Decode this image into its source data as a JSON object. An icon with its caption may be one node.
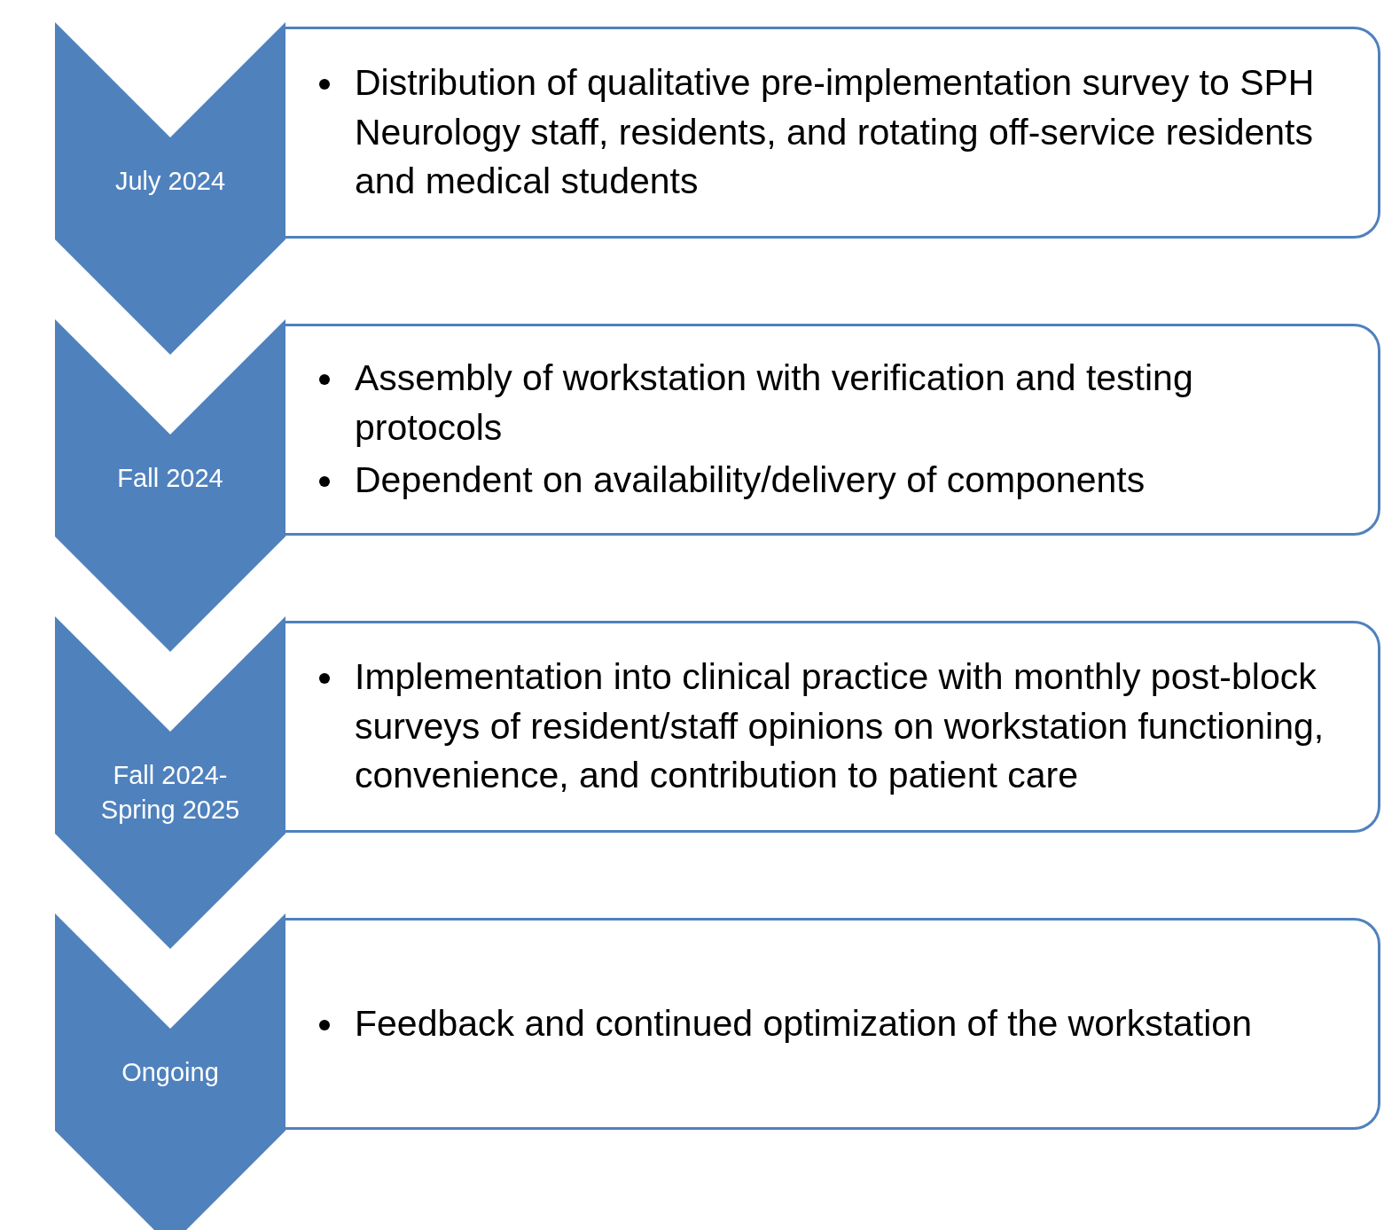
{
  "diagram": {
    "nodes": [
      {
        "text": [
          "July 2024"
        ]
      },
      {
        "text": [
          "Distribution of qualitative pre-implementation survey to SPH Neurology staff, residents, and rotating off-service residents and medical students"
        ]
      },
      {
        "text": [
          "Fall 2024"
        ]
      },
      {
        "text": [
          "Assembly of workstation with verification and testing protocols",
          "Dependent on availability/delivery of components"
        ]
      },
      {
        "text": [
          "Fall 2024- Spring 2025"
        ]
      },
      {
        "text": [
          "Implementation into clinical practice with monthly post-block surveys of resident/staff opinions on workstation functioning, convenience, and contribution to patient care"
        ]
      },
      {
        "text": [
          "Ongoing"
        ]
      },
      {
        "text": [
          "Feedback and continued optimization of the workstation"
        ]
      }
    ]
  }
}
